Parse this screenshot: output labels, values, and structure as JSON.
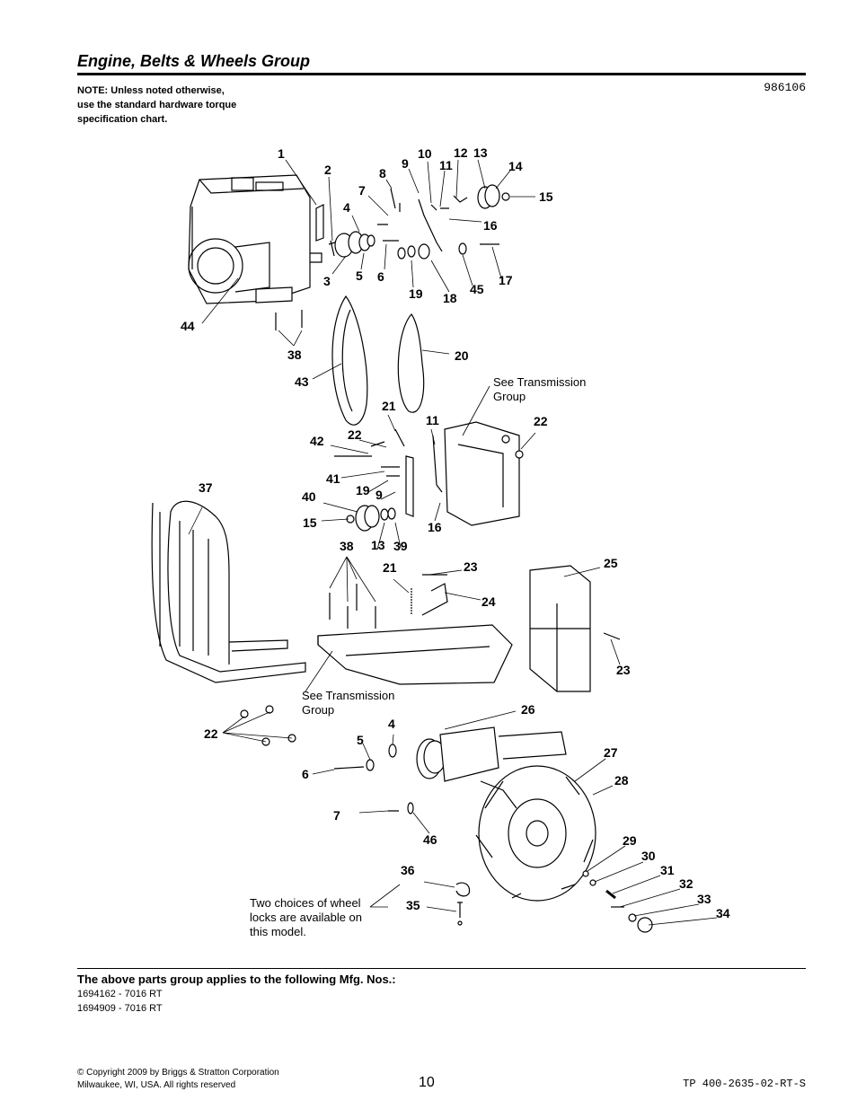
{
  "header": {
    "title": "Engine, Belts & Wheels Group",
    "doc_number": "986106",
    "note_lines": [
      "NOTE: Unless noted otherwise,",
      "use the standard hardware torque",
      "specification chart."
    ]
  },
  "callouts": {
    "see_transmission_1": [
      "See Transmission",
      "Group"
    ],
    "see_transmission_2": [
      "See Transmission",
      "Group"
    ],
    "wheel_locks": [
      "Two choices of wheel",
      "locks are available on",
      "this model."
    ]
  },
  "part_labels": [
    "1",
    "2",
    "3",
    "4",
    "5",
    "6",
    "7",
    "8",
    "9",
    "10",
    "11",
    "12",
    "13",
    "14",
    "15",
    "16",
    "17",
    "18",
    "19",
    "20",
    "21",
    "22",
    "23",
    "24",
    "25",
    "26",
    "27",
    "28",
    "29",
    "30",
    "31",
    "32",
    "33",
    "34",
    "35",
    "36",
    "37",
    "38",
    "39",
    "40",
    "41",
    "42",
    "43",
    "44",
    "45",
    "46"
  ],
  "footer": {
    "applies_text": "The above parts group applies to the following Mfg. Nos.:",
    "mfg_numbers": [
      "1694162 - 7016 RT",
      "1694909 - 7016 RT"
    ],
    "copyright_lines": [
      "© Copyright  2009 by Briggs & Stratton Corporation",
      "Milwaukee, WI, USA. All rights reserved"
    ],
    "page_number": "10",
    "tp_number": "TP 400-2635-02-RT-S"
  }
}
